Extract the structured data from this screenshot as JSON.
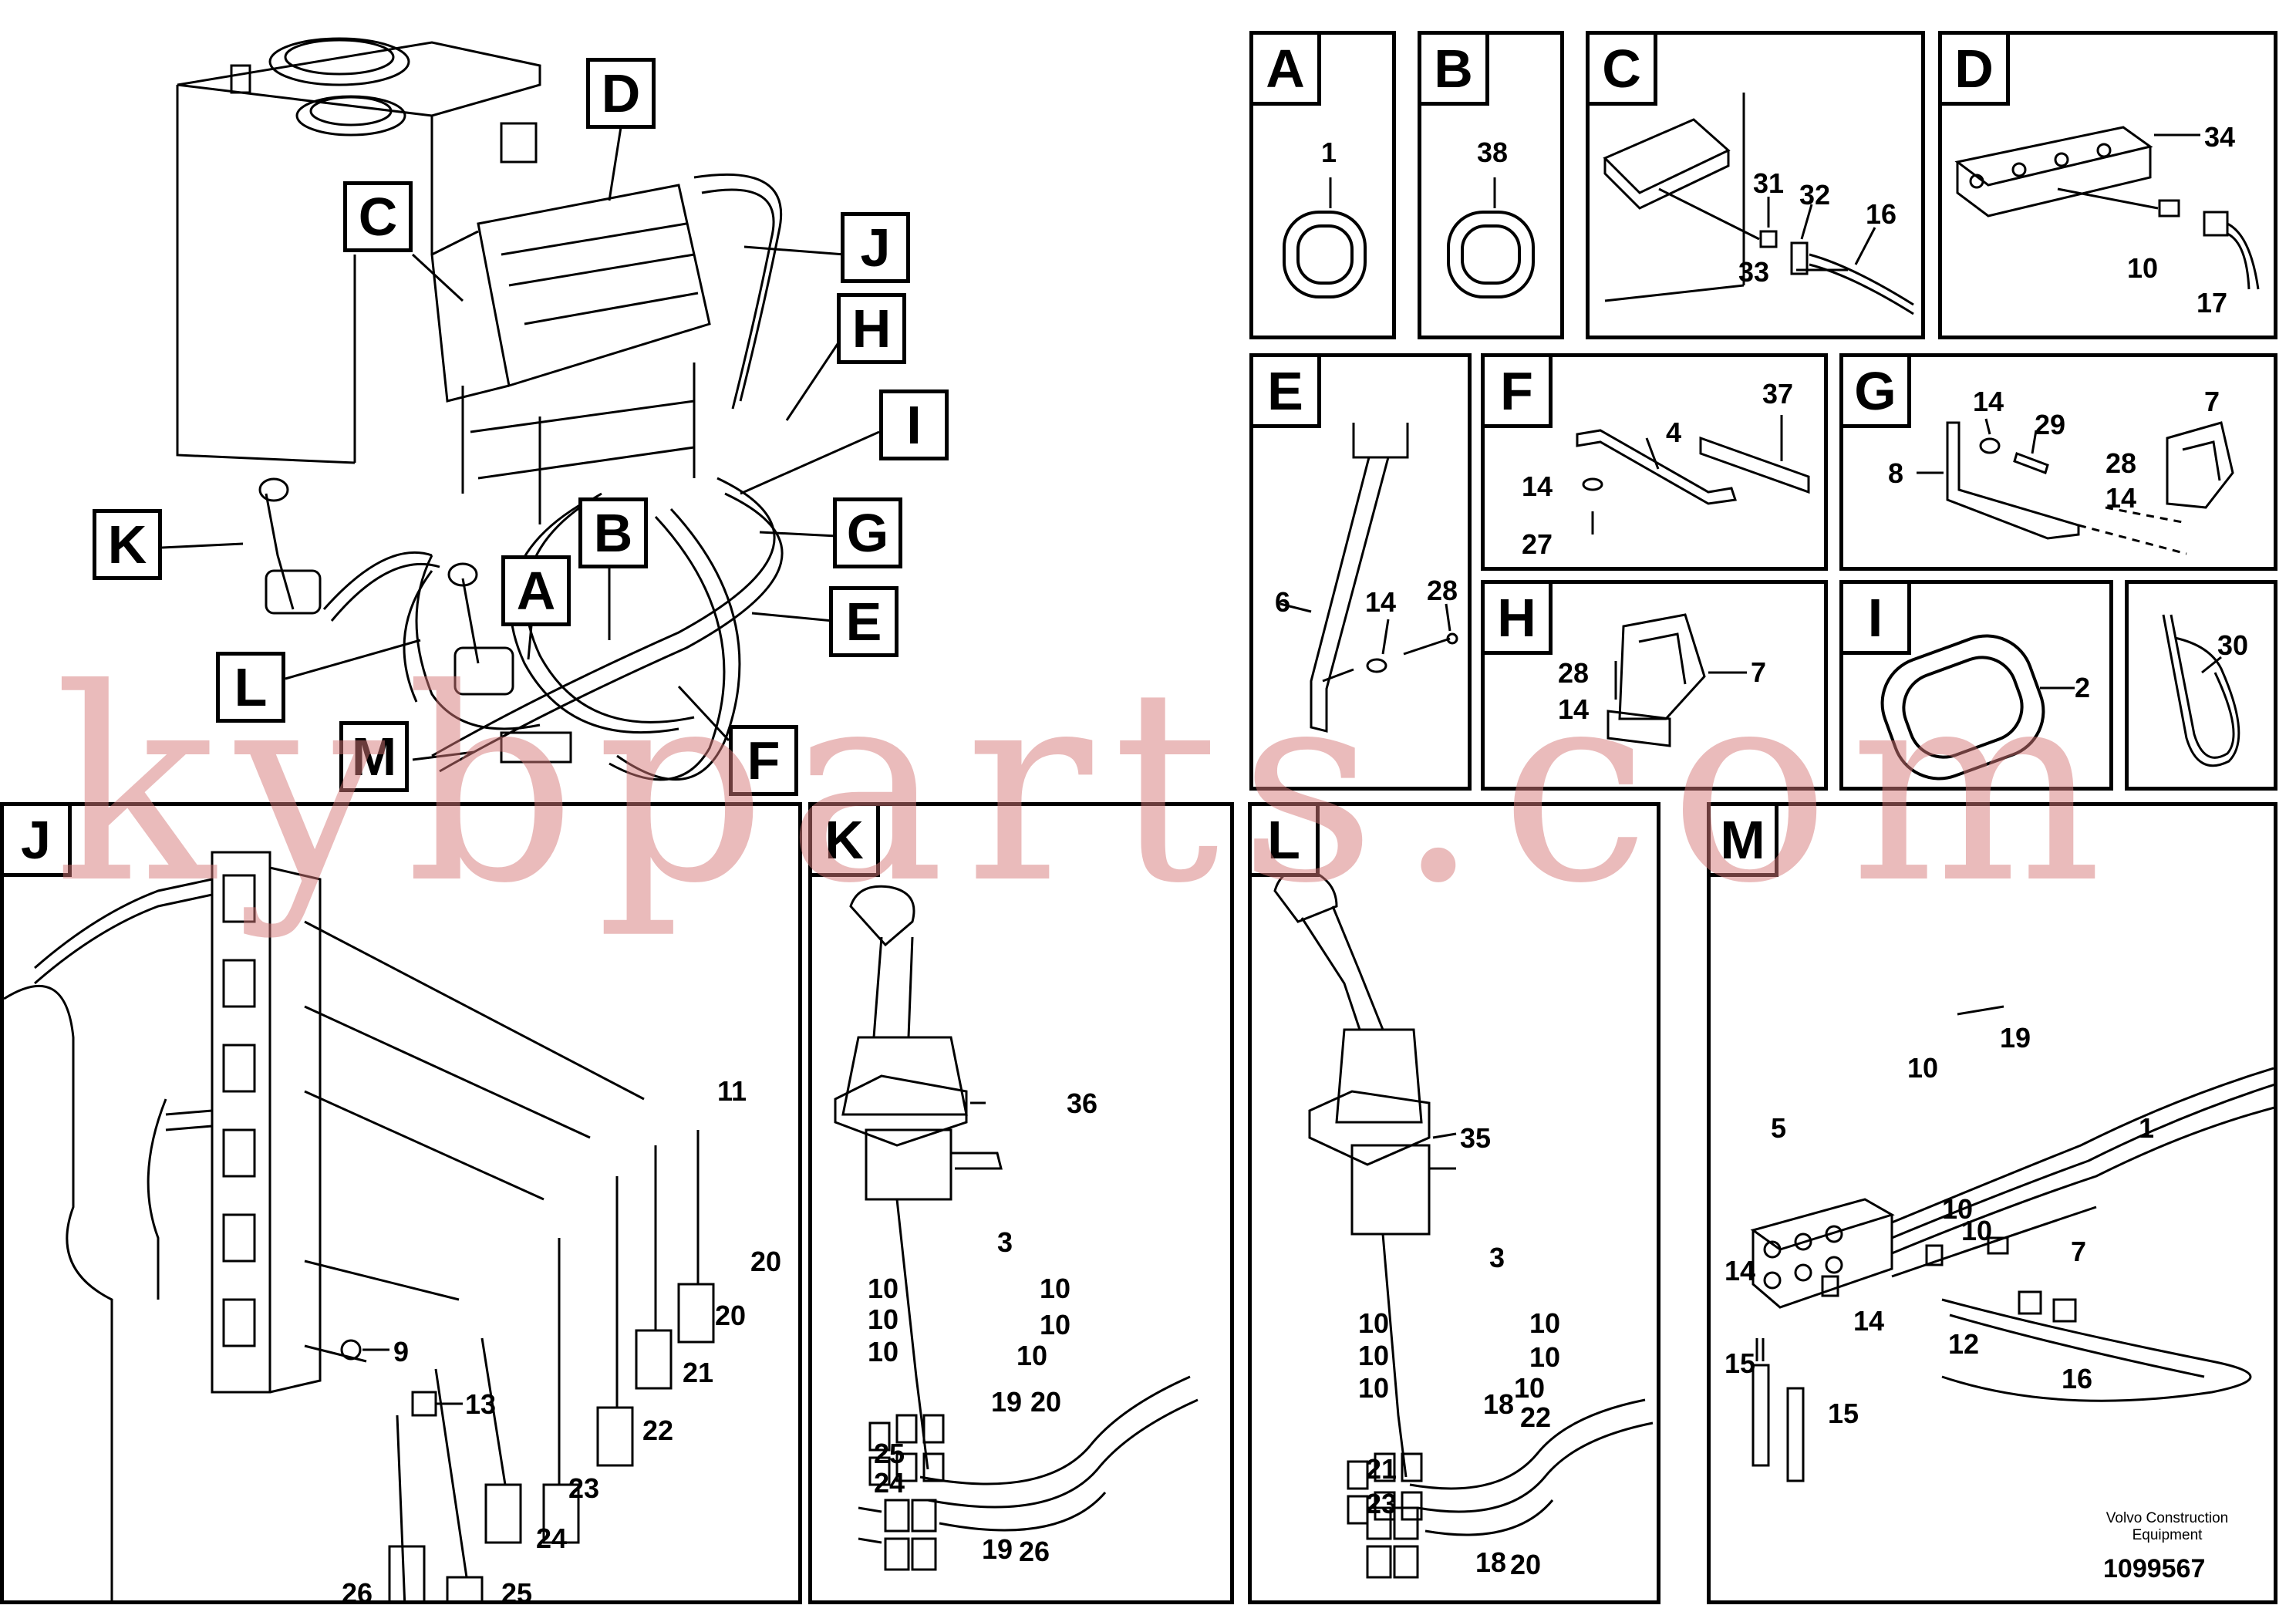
{
  "overview": {
    "callouts": {
      "a": "A",
      "b": "B",
      "c": "C",
      "d": "D",
      "e": "E",
      "f": "F",
      "g": "G",
      "h": "H",
      "i": "I",
      "j": "J",
      "k": "K",
      "l": "L",
      "m": "M"
    }
  },
  "panels": {
    "A": {
      "label": "A",
      "parts": [
        "1"
      ]
    },
    "B": {
      "label": "B",
      "parts": [
        "38"
      ]
    },
    "C": {
      "label": "C",
      "parts": [
        "31",
        "32",
        "16",
        "33"
      ]
    },
    "D": {
      "label": "D",
      "parts": [
        "34",
        "10",
        "17"
      ]
    },
    "E": {
      "label": "E",
      "parts": [
        "6",
        "14",
        "28"
      ]
    },
    "F": {
      "label": "F",
      "parts": [
        "4",
        "37",
        "14",
        "27"
      ]
    },
    "G": {
      "label": "G",
      "parts": [
        "14",
        "29",
        "7",
        "8",
        "28",
        "14"
      ]
    },
    "H": {
      "label": "H",
      "parts": [
        "28",
        "7",
        "14"
      ]
    },
    "I": {
      "label": "I",
      "parts": [
        "2"
      ]
    },
    "clip": {
      "parts": [
        "30"
      ]
    },
    "J": {
      "label": "J",
      "parts": [
        "11",
        "9",
        "13",
        "20",
        "20",
        "21",
        "22",
        "23",
        "24",
        "25",
        "26"
      ]
    },
    "K": {
      "label": "K",
      "parts": [
        "36",
        "3",
        "10",
        "10",
        "10",
        "10",
        "10",
        "10",
        "19",
        "20",
        "25",
        "24",
        "19",
        "26"
      ]
    },
    "L": {
      "label": "L",
      "parts": [
        "35",
        "3",
        "10",
        "10",
        "10",
        "10",
        "10",
        "10",
        "18",
        "22",
        "21",
        "23",
        "18",
        "20"
      ]
    },
    "M": {
      "label": "M",
      "parts": [
        "19",
        "10",
        "5",
        "1",
        "10",
        "10",
        "7",
        "14",
        "14",
        "12",
        "15",
        "16",
        "15"
      ]
    }
  },
  "footer": {
    "brand": "Volvo Construction Equipment",
    "doc_number": "1099567"
  },
  "watermark": "kybparts.com"
}
